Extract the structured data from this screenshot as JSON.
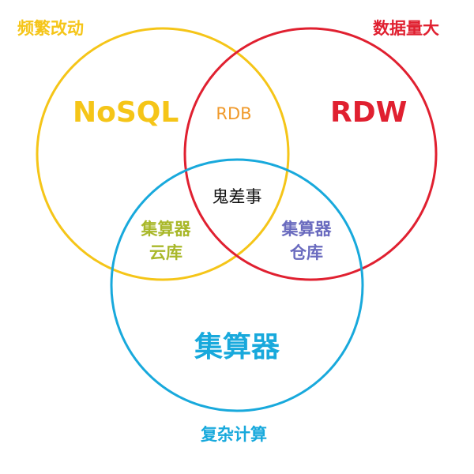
{
  "labels": {
    "top_left": "频繁改动",
    "top_right": "数据量大",
    "bottom": "复杂计算",
    "nosql": "NoSQL",
    "rdw": "RDW",
    "rdb": "RDB",
    "center": "鬼差事",
    "left_overlap_line1": "集算器",
    "left_overlap_line2": "云库",
    "right_overlap_line1": "集算器",
    "right_overlap_line2": "仓库",
    "bottom_circle": "集算器"
  },
  "colors": {
    "yellow": "#f5c518",
    "red": "#e02030",
    "blue": "#18a9dc",
    "orange": "#f09a2c",
    "olive": "#a9b82a",
    "purple": "#6a6bbf",
    "black": "#111111"
  }
}
